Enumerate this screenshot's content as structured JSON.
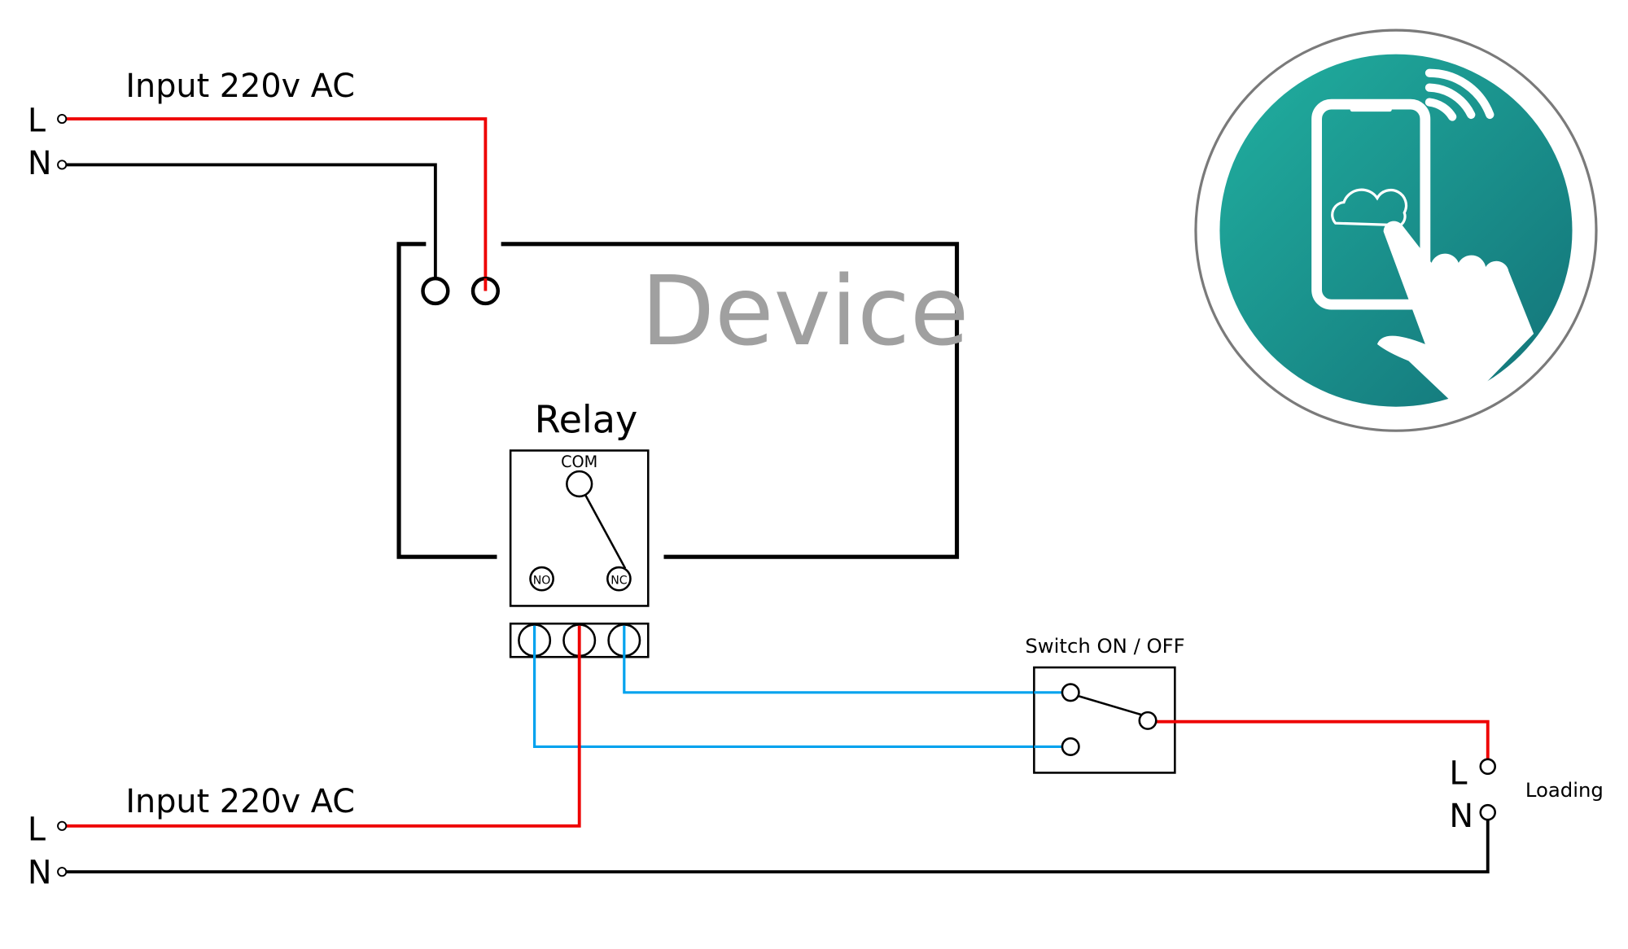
{
  "labels": {
    "input_top": "Input 220v AC",
    "input_bottom": "Input 220v AC",
    "L": "L",
    "N": "N",
    "device": "Device",
    "relay": "Relay",
    "com": "COM",
    "no": "NO",
    "nc": "NC",
    "switch": "Switch ON / OFF",
    "loading": "Loading"
  },
  "colors": {
    "live": "#ee0000",
    "neutral": "#000000",
    "signal": "#00a2ee",
    "device_text": "#a0a0a0",
    "badge_teal": "#1a9c94"
  },
  "icons": {
    "badge": "smartphone-touch-wifi-cloud-icon"
  }
}
